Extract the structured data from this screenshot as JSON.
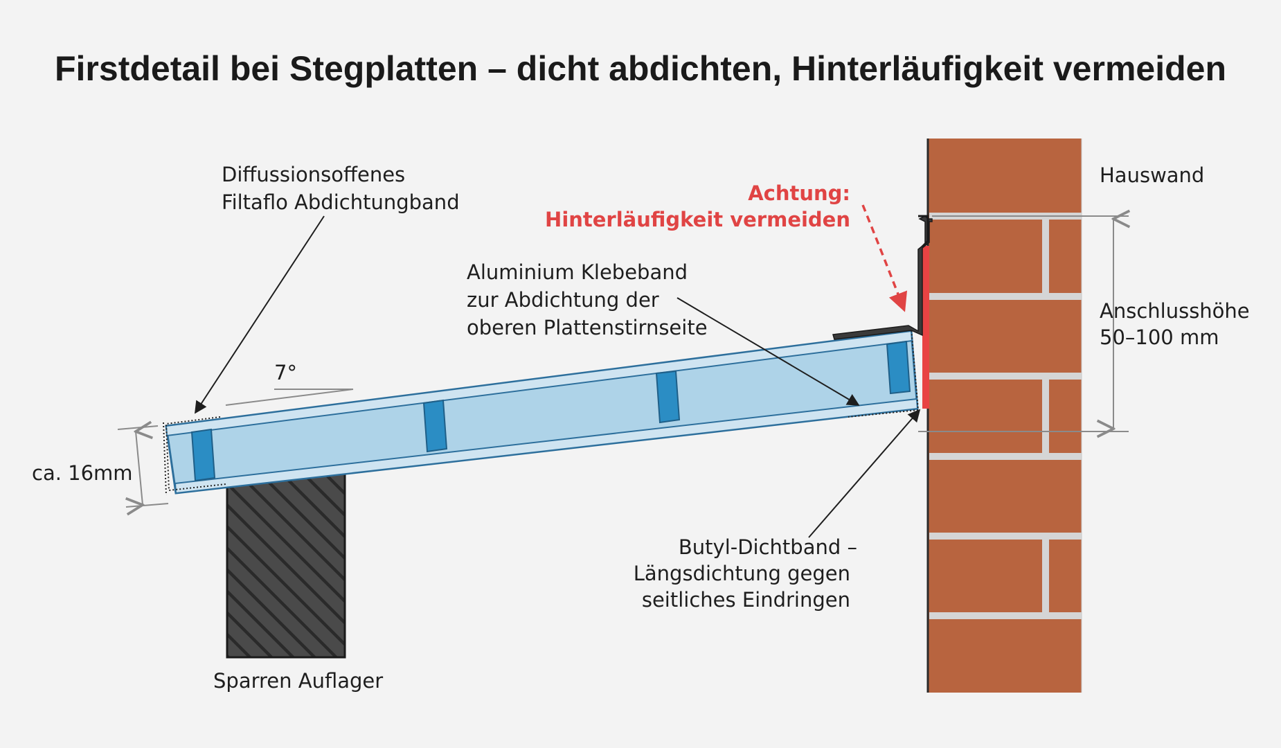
{
  "title": "Firstdetail bei Stegplatten – dicht abdichten, Hinterläufigkeit vermeiden",
  "labels": {
    "filtaflo_line1": "Diffussionsoffenes",
    "filtaflo_line2": "Filtaflo Abdichtungband",
    "alu_line1": "Aluminium Klebeband",
    "alu_line2": "zur Abdichtung der",
    "alu_line3": "oberen Plattenstirnseite",
    "warning_line1": "Achtung:",
    "warning_line2": "Hinterläufigkeit vermeiden",
    "wall": "Hauswand",
    "height_line1": "Anschlusshöhe",
    "height_line2": "50–100 mm",
    "butyl_line1": "Butyl-Dichtband –",
    "butyl_line2": "Längsdichtung gegen",
    "butyl_line3": "seitliches Eindringen",
    "angle": "7°",
    "thickness": "ca. 16mm",
    "support": "Sparren Auflager"
  },
  "colors": {
    "brick": "#b8643f",
    "mortar": "#d5d5d5",
    "panel_fill": "#aed3e8",
    "panel_stroke": "#2d6f9c",
    "web": "#2b8dc4",
    "butyl": "#e84343",
    "warning": "#e04444",
    "flashing": "#3a3a3a",
    "text": "#1e1e1e"
  }
}
